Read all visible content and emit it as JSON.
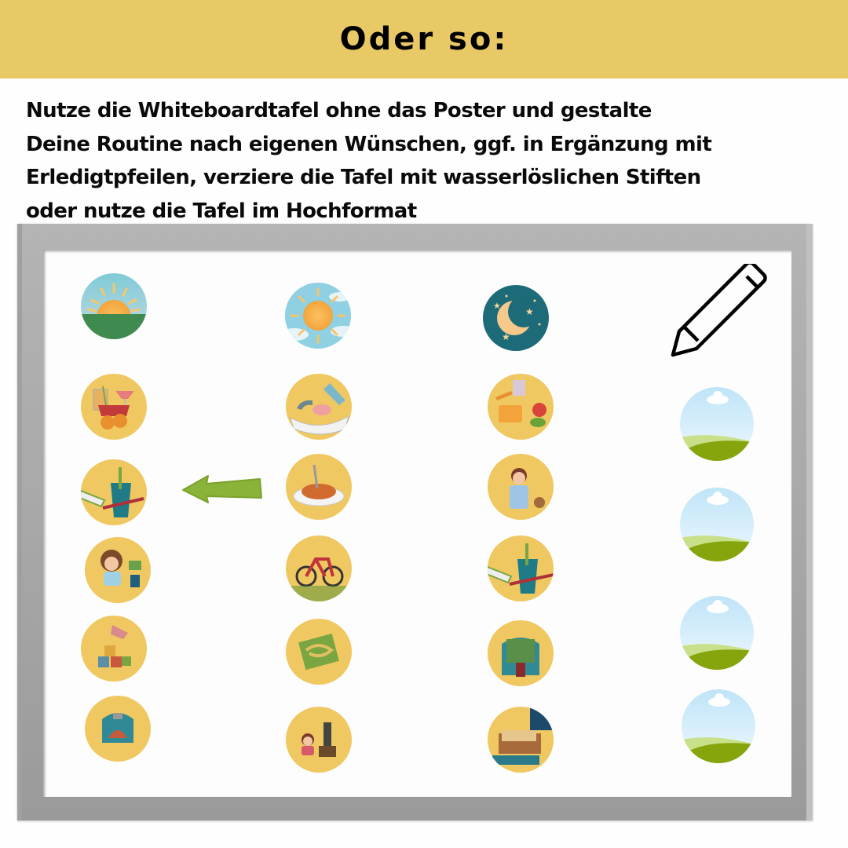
{
  "header": {
    "title": "Oder so:",
    "background_color": "#e8c966"
  },
  "description": {
    "lines": [
      "Nutze die Whiteboardtafel ohne das Poster und gestalte",
      "Deine Routine nach eigenen Wünschen, ggf. in Ergänzung mit",
      "Erledigtpfeilen, verziere die Tafel mit wasserlöslichen Stiften",
      " oder nutze die Tafel im Hochformat"
    ]
  },
  "board": {
    "frame_color": "#a8a8a8",
    "columns": [
      {
        "header_icon": "sunrise-icon",
        "items": [
          "breakfast-icon",
          "toothbrushing-icon",
          "getting-dressed-icon",
          "playing-blocks-icon",
          "backpack-icon"
        ]
      },
      {
        "header_icon": "sun-midday-icon",
        "items": [
          "handwashing-icon",
          "spaghetti-lunch-icon",
          "bicycle-icon",
          "board-game-icon",
          "tv-time-icon"
        ]
      },
      {
        "header_icon": "moon-night-icon",
        "items": [
          "dinner-sandwich-icon",
          "pajamas-icon",
          "toothbrushing-icon",
          "reading-book-icon",
          "bed-icon"
        ]
      },
      {
        "header_icon": "pencil-icon",
        "items": [
          "blank-landscape-icon",
          "blank-landscape-icon",
          "blank-landscape-icon",
          "blank-landscape-icon"
        ]
      }
    ],
    "done_arrow": {
      "icon": "green-arrow-left-icon",
      "color": "#8ab33a"
    }
  }
}
